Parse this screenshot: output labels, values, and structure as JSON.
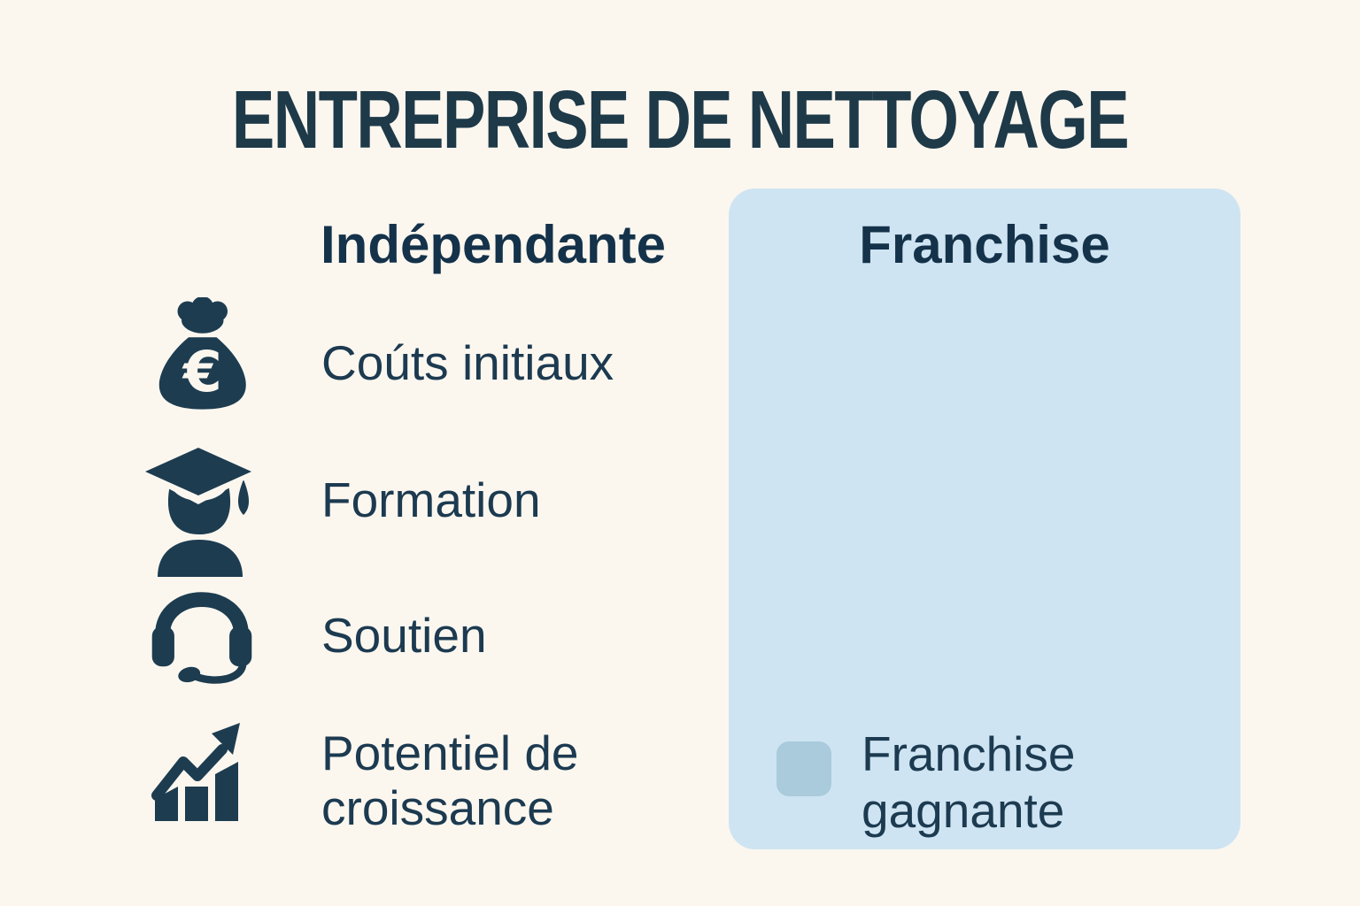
{
  "title": "ENTREPRISE DE NETTOYAGE",
  "columns": {
    "independent_label": "Indépendante",
    "franchise_label": "Franchise"
  },
  "features": [
    {
      "icon": "euro-money-bag-icon",
      "label": "Coúts initiaux"
    },
    {
      "icon": "graduation-cap-icon",
      "label": "Formation"
    },
    {
      "icon": "headset-icon",
      "label": "Soutien"
    },
    {
      "icon": "growth-chart-icon",
      "label": "Potentiel de croissance"
    }
  ],
  "franchise_panel": {
    "winner_label": "Franchise gagnante"
  },
  "colors": {
    "background": "#fbf7ef",
    "panel_blue": "#cfe4f2",
    "swatch_blue": "#a9cbdc",
    "ink_dark": "#1d3c50"
  }
}
